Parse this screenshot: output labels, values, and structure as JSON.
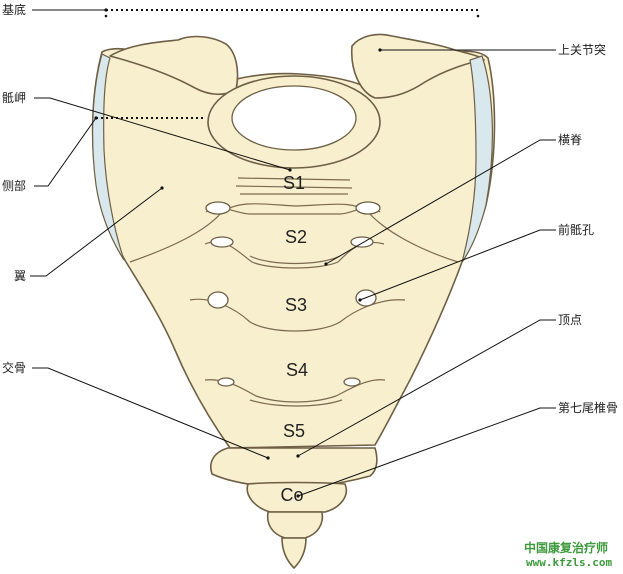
{
  "labels": {
    "base": "基底",
    "promontory": "骶岬",
    "lateral_part": "侧部",
    "wing": "翼",
    "sup_articular_process": "上关节突",
    "transverse_ridge": "横脊",
    "ant_sacral_foramen": "前骶孔",
    "apex": "顶点",
    "coccygeal_vertebra": "第七尾椎骨",
    "intersection": "交骨"
  },
  "segments": {
    "s1": "S1",
    "s2": "S2",
    "s3": "S3",
    "s4": "S4",
    "s5": "S5",
    "co": "Co"
  },
  "watermark": {
    "line1": "中国康复治疗师",
    "line2": "www.kfzls.com"
  },
  "colors": {
    "bone_fill": "#f8efce",
    "cartilage_fill": "#d9e8ec",
    "outline": "#6e5f45",
    "watermark": "#3c9a3c"
  }
}
